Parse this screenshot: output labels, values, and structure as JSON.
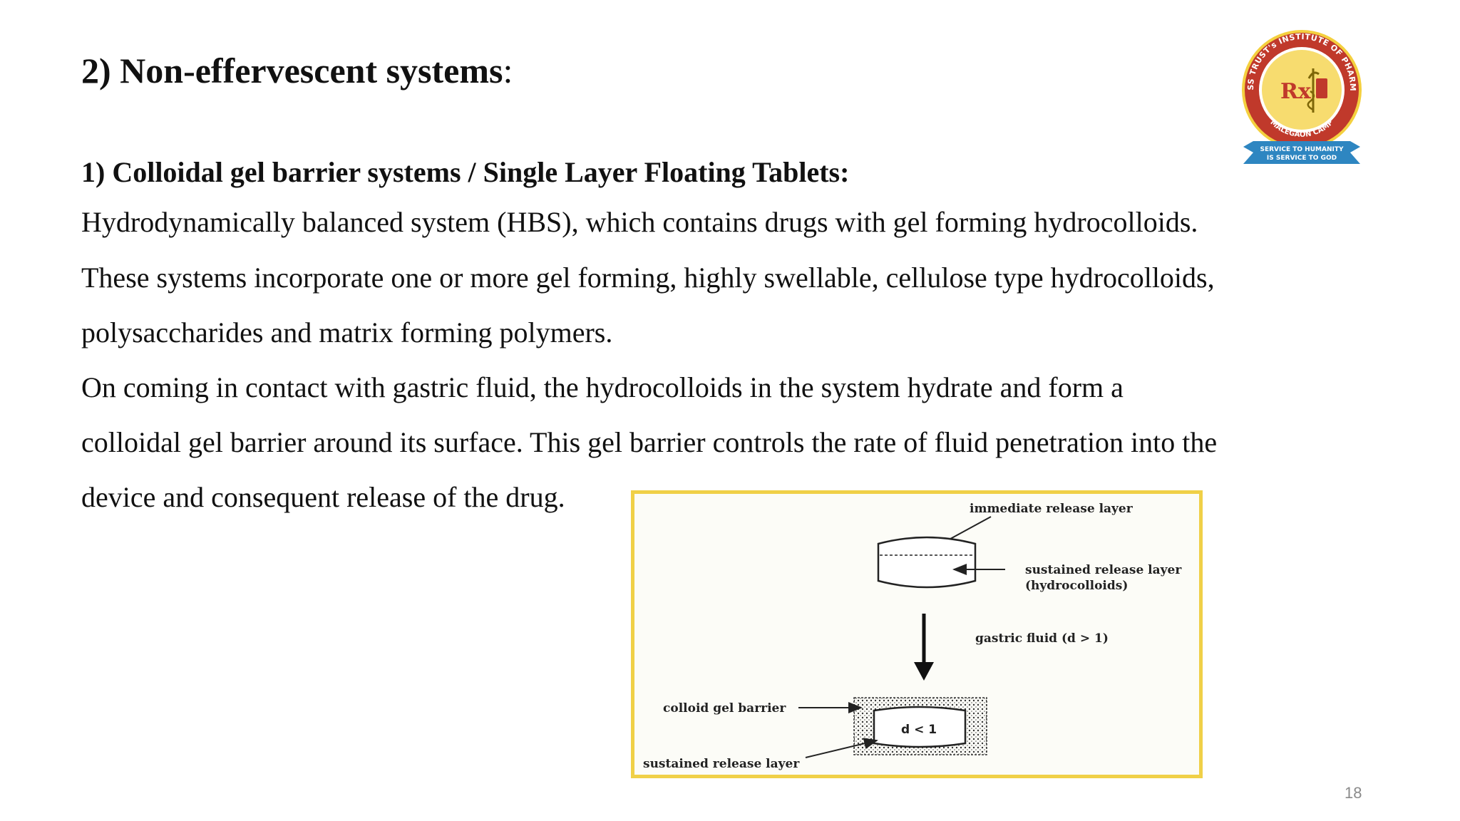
{
  "slide": {
    "heading": "2) Non-effervescent systems",
    "heading_colon": ":",
    "subheading": "1)  Colloidal gel barrier systems / Single Layer Floating Tablets:",
    "lines": [
      "Hydrodynamically balanced system (HBS),  which contains  drugs  with  gel  forming hydrocolloids.",
      "These systems incorporate one  or  more  gel  forming,   highly swellable, cellulose type hydrocolloids,",
      "polysaccharides and  matrix forming polymers.",
      "On coming    in    contact    with    gastric    fluid, the hydrocolloids  in  the system hydrate and  form  a",
      "colloidal  gel  barrier  around  its surface. This  gel barrier controls the rate of fluid penetration into the",
      "device and consequent release of the drug."
    ],
    "slide_number": "18"
  },
  "logo": {
    "ring_text": "KBHSS TRUST's INSTITUTE OF PHARMACY",
    "bottom_text": "MALEGAON CAMP",
    "symbol": "Rx",
    "banner_line1": "SERVICE TO HUMANITY",
    "banner_line2": "IS SERVICE TO GOD",
    "colors": {
      "ring": "#c0392b",
      "inner": "#f4d03f",
      "banner": "#2e86c1"
    }
  },
  "figure": {
    "labels": {
      "immediate": "immediate release layer",
      "sustained": "sustained release layer",
      "hydrocolloids": "(hydrocolloids)",
      "gastric": "gastric fluid (d > 1)",
      "barrier": "colloid gel barrier",
      "density": "d < 1",
      "sustained_bottom": "sustained release layer"
    },
    "border_color": "#f0d047"
  }
}
